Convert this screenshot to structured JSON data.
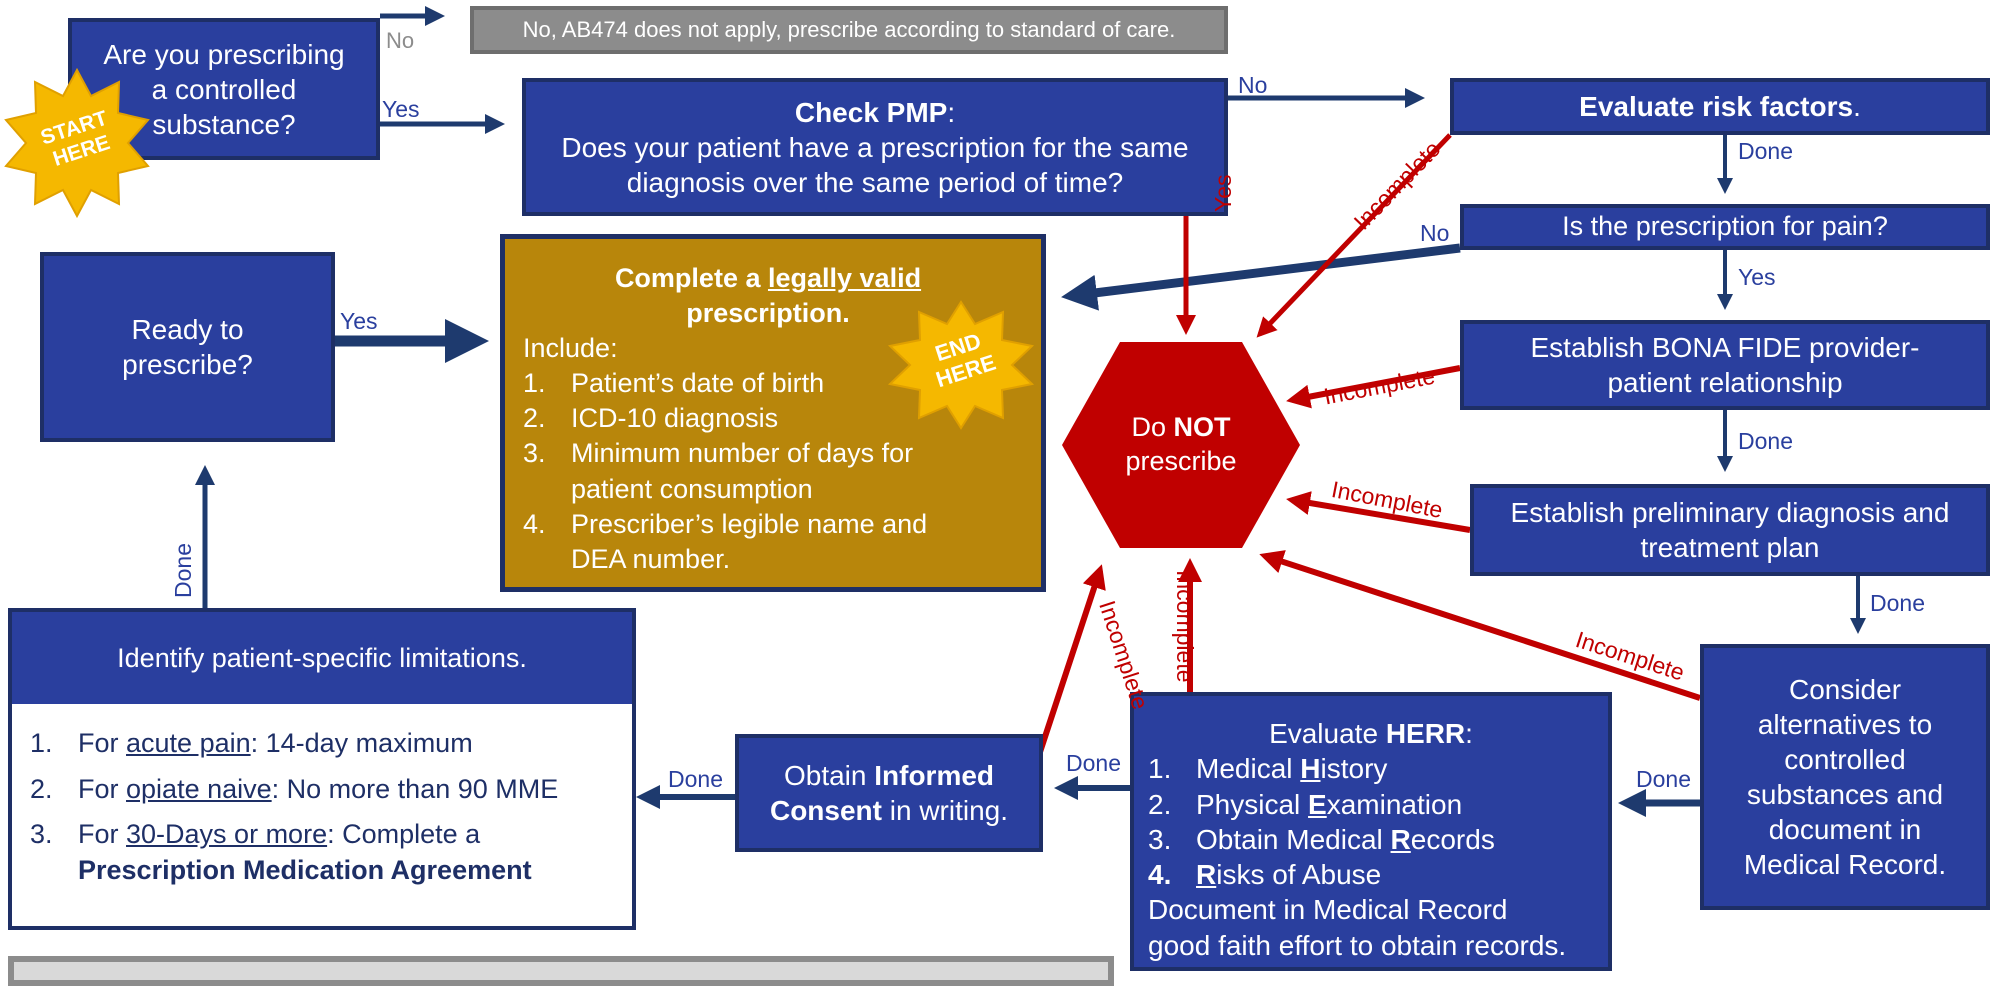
{
  "nodes": {
    "start_question": "Are you prescribing a controlled substance?",
    "no_apply": "No, AB474 does not apply, prescribe according to standard of care.",
    "check_pmp_title": "Check PMP",
    "check_pmp_colon": ":",
    "check_pmp_question": "Does your patient have a prescription for the same diagnosis over the same period of time?",
    "evaluate_risk": "Evaluate risk factors",
    "evaluate_risk_period": ".",
    "pain_question": "Is the prescription for pain?",
    "bona_fide": "Establish BONA FIDE provider-patient relationship",
    "prelim_dx": "Establish preliminary diagnosis and treatment plan",
    "consider_alt": "Consider alternatives to controlled substances and document in Medical Record.",
    "do_not_1": "Do ",
    "do_not_2": "NOT",
    "do_not_3": "prescribe",
    "ready": "Ready to prescribe?",
    "identify_limits": "Identify patient-specific limitations.",
    "consent_1": "Obtain ",
    "consent_2": "Informed Consent",
    "consent_3": " in writing."
  },
  "herr": {
    "title_1": "Evaluate ",
    "title_2": "HERR",
    "title_3": ":",
    "items": [
      {
        "num": "1.",
        "a": "Medical ",
        "key": "H",
        "b": "istory"
      },
      {
        "num": "2.",
        "a": "Physical ",
        "key": "E",
        "b": "xamination"
      },
      {
        "num": "3.",
        "a": "Obtain Medical ",
        "key": "R",
        "b": "ecords"
      },
      {
        "num": "4.",
        "a": "",
        "key": "R",
        "b": "isks of Abuse"
      }
    ],
    "footer_1": "Document in Medical Record",
    "footer_2": "good faith effort to obtain records."
  },
  "complete": {
    "title_1": "Complete a ",
    "title_2": "legally valid",
    "title_3": "prescription.",
    "include": "Include:",
    "items": [
      {
        "num": "1.",
        "text": "Patient’s date of birth"
      },
      {
        "num": "2.",
        "text": "ICD-10 diagnosis"
      },
      {
        "num": "3.",
        "text": "Minimum number of days for patient consumption"
      },
      {
        "num": "4.",
        "text": "Prescriber’s legible name and DEA number."
      }
    ]
  },
  "limits": [
    {
      "num": "1.",
      "pre": "For ",
      "u": "acute pain",
      "post": ": 14-day maximum",
      "bold": ""
    },
    {
      "num": "2.",
      "pre": "For ",
      "u": "opiate naive",
      "post": ": No more than 90 MME",
      "bold": ""
    },
    {
      "num": "3.",
      "pre": "For ",
      "u": "30-Days or more",
      "post": ": Complete a",
      "bold": "Prescription Medication Agreement"
    }
  ],
  "badges": {
    "start_1": "START",
    "start_2": "HERE",
    "end_1": "END",
    "end_2": "HERE"
  },
  "edges": {
    "no": "No",
    "yes": "Yes",
    "done": "Done",
    "incomplete": "Incomplete"
  },
  "colors": {
    "box_blue": "#2a3f9e",
    "arrow_navy": "#1e3a6e",
    "incomplete_red": "#c00000",
    "gold": "#b8860b",
    "badge_yellow": "#f5b800",
    "note_gray": "#8c8c8c"
  }
}
